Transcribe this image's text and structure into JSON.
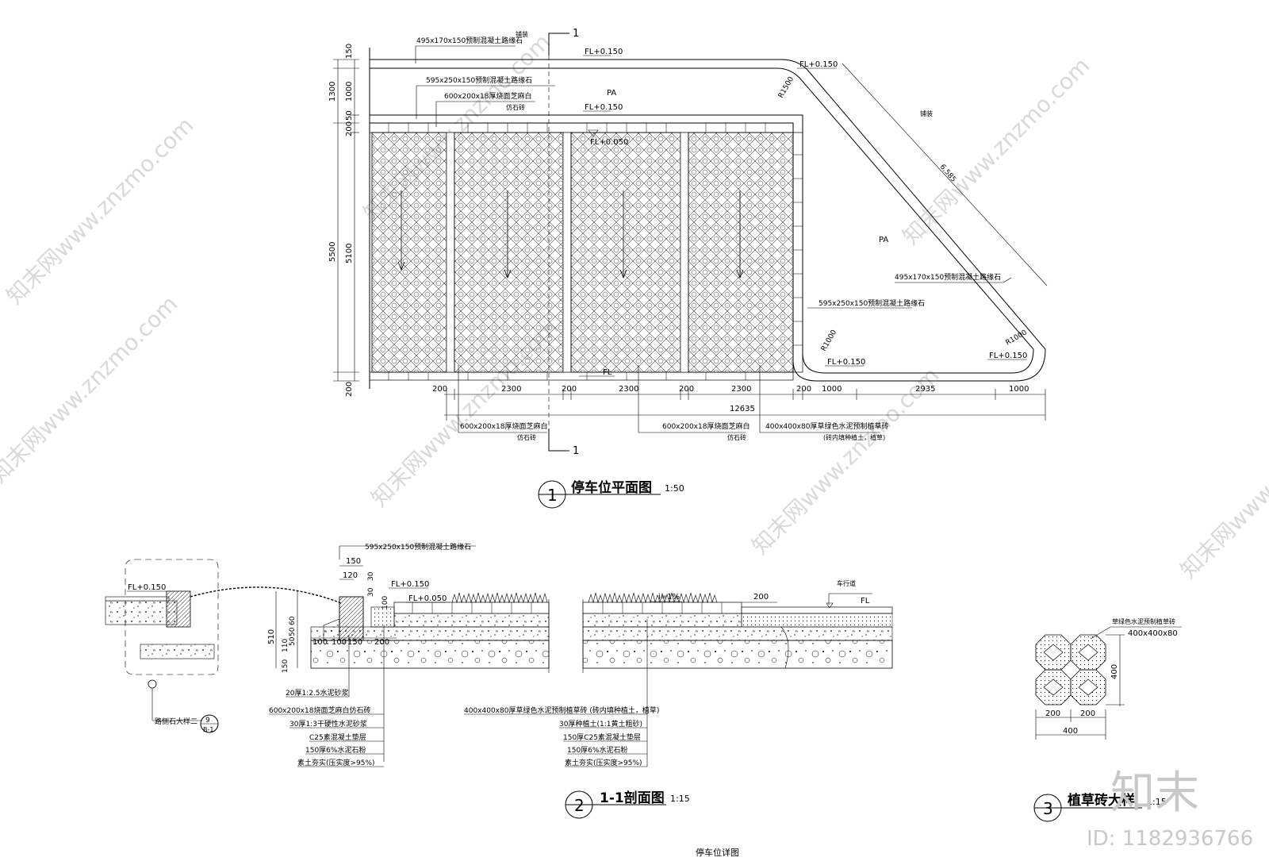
{
  "plan": {
    "section_mark_top": "1",
    "section_mark_bottom": "1",
    "label_curb_top": "495x170x150预制混凝土路缘石",
    "label_paving_top": "铺装",
    "label_fl_top": "FL+0.150",
    "label_fl_corner": "FL+0.150",
    "label_curb_595": "595x250x150预制混凝土路缘石",
    "label_stone_600": "600x200x18厚烧面芝麻白",
    "label_stone_600_2": "仿石砖",
    "label_pa_top": "PA",
    "label_fl_mid": "FL+0.150",
    "label_fl_050": "FL+0.050",
    "label_r1500": "R1500",
    "label_paving_right": "铺装",
    "dim_6585": "6,585",
    "label_pa_right": "PA",
    "label_curb_right": "495x170x150预制混凝土路缘石",
    "label_curb_595_right": "595x250x150预制混凝土路缘石",
    "label_r1000_right": "R1000",
    "label_r1000_left": "R1000",
    "label_fl_br1": "FL+0.150",
    "label_fl_br2": "FL+0.150",
    "label_fl_bottom": "FL",
    "dims_left_outer": [
      "150",
      "1300",
      "5500",
      "200"
    ],
    "dims_left_inner": [
      "1000",
      "50",
      "200",
      "5100"
    ],
    "dims_bottom": [
      "200",
      "2300",
      "200",
      "2300",
      "200",
      "2300",
      "200",
      "1000",
      "2935",
      "1000"
    ],
    "dim_total": "12635",
    "label_bottom_1a": "600x200x18厚烧面芝麻白",
    "label_bottom_1b": "仿石砖",
    "label_bottom_2a": "600x200x18厚烧面芝麻白",
    "label_bottom_2b": "仿石砖",
    "label_bottom_3a": "400x400x80厚草绿色水泥预制植草砖",
    "label_bottom_3b": "(砖内填种植土，植草)",
    "title_number": "1",
    "title": "停车位平面图",
    "scale": "1:50"
  },
  "section": {
    "label_curb_top": "595x250x150预制混凝土路缘石",
    "dims_curb": [
      "150",
      "120",
      "30",
      "30",
      "100",
      "60",
      "50",
      "50",
      "110",
      "150",
      "510",
      "100",
      "100",
      "150",
      "200"
    ],
    "label_fl_left": "FL+0.150",
    "label_fl_mid": "FL+0.150",
    "label_fl_050": "FL+0.050",
    "label_slope": "i=1%",
    "label_200": "200",
    "label_road": "车行道",
    "label_fl_right": "FL",
    "label_mortar": "20厚1:2.5水泥砂浆",
    "layers_left": [
      "600x200x18烧面芝麻白仿石砖",
      "30厚1:3干硬性水泥砂浆",
      "C25素混凝土垫层",
      "150厚6%水泥石粉",
      "素土夯实(压实度>95%)"
    ],
    "layers_right": [
      "400x400x80厚草绿色水泥预制植草砖 (砖内填种植土，植草)",
      "30厚种植土(1:1黄土粗砂)",
      "150厚C25素混凝土垫层",
      "150厚6%水泥石粉",
      "素土夯实(压实度>95%)"
    ],
    "ref_label": "路侧石大样二",
    "ref_top": "9",
    "ref_bottom": "B-1",
    "title_number": "2",
    "title": "1-1剖面图",
    "scale": "1:15"
  },
  "detail": {
    "label_top": "草绿色水泥预制植草砖",
    "label_size": "400x400x80",
    "dim_right": "400",
    "dims_bottom": [
      "200",
      "200"
    ],
    "dim_total": "400",
    "title_number": "3",
    "title": "植草砖大样",
    "scale": "1:15"
  },
  "footer_title": "停车位详图",
  "watermark_text": "知末网www.znzmo.com",
  "logo_text": "知末",
  "id_text": "ID: 1182936766",
  "colors": {
    "line": "#000000",
    "watermark": "#d9d9d9",
    "logo": "#c8c8c8"
  }
}
